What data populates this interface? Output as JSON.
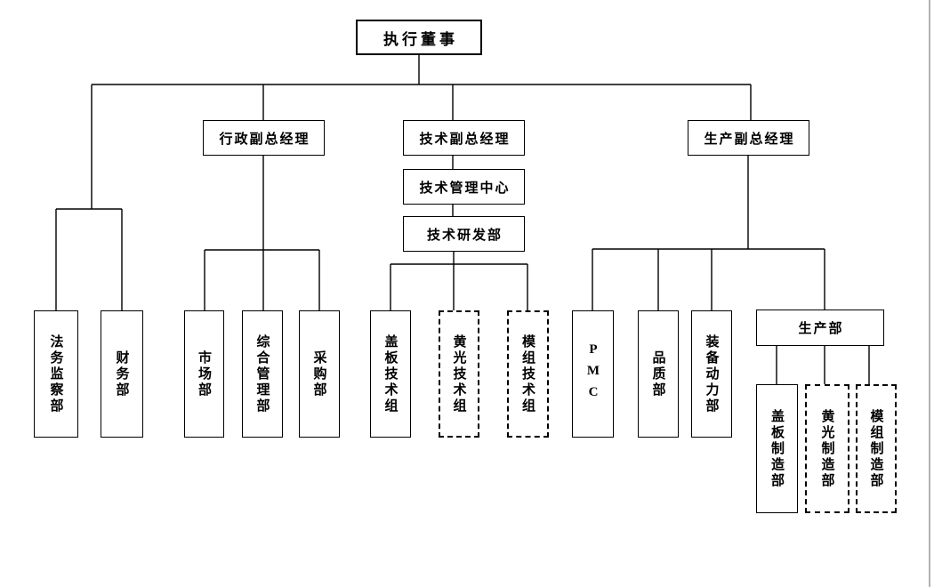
{
  "page": {
    "background_color": "#ffffff",
    "line_color": "#000000",
    "edge_line_color": "#b3b3b3"
  },
  "org_chart": {
    "nodes": {
      "exec_director": {
        "label": "执行董事",
        "shape": "horizontal",
        "border": "solid"
      },
      "admin_vp": {
        "label": "行政副总经理",
        "shape": "horizontal",
        "border": "solid"
      },
      "tech_vp": {
        "label": "技术副总经理",
        "shape": "horizontal",
        "border": "solid"
      },
      "prod_vp": {
        "label": "生产副总经理",
        "shape": "horizontal",
        "border": "solid"
      },
      "tech_mgmt_center": {
        "label": "技术管理中心",
        "shape": "horizontal",
        "border": "solid"
      },
      "tech_rd_dept": {
        "label": "技术研发部",
        "shape": "horizontal",
        "border": "solid"
      },
      "production_dept": {
        "label": "生产部",
        "shape": "horizontal",
        "border": "solid"
      },
      "legal_audit_dept": {
        "label": "法务监察部",
        "shape": "vertical",
        "border": "solid"
      },
      "finance_dept": {
        "label": "财务部",
        "shape": "vertical",
        "border": "solid"
      },
      "marketing_dept": {
        "label": "市场部",
        "shape": "vertical",
        "border": "solid"
      },
      "general_mgmt_dept": {
        "label": "综合管理部",
        "shape": "vertical",
        "border": "solid"
      },
      "purchasing_dept": {
        "label": "采购部",
        "shape": "vertical",
        "border": "solid"
      },
      "cover_glass_tech_group": {
        "label": "盖板技术组",
        "shape": "vertical",
        "border": "solid"
      },
      "yellow_light_tech_group": {
        "label": "黄光技术组",
        "shape": "vertical",
        "border": "dashed"
      },
      "module_tech_group": {
        "label": "模组技术组",
        "shape": "vertical",
        "border": "dashed"
      },
      "pmc_dept": {
        "label": "PMC",
        "shape": "vertical",
        "border": "solid"
      },
      "quality_dept": {
        "label": "品质部",
        "shape": "vertical",
        "border": "solid"
      },
      "equipment_power_dept": {
        "label": "装备动力部",
        "shape": "vertical",
        "border": "solid"
      },
      "cover_glass_mfg_dept": {
        "label": "盖板制造部",
        "shape": "vertical",
        "border": "solid"
      },
      "yellow_light_mfg_dept": {
        "label": "黄光制造部",
        "shape": "vertical",
        "border": "dashed"
      },
      "module_mfg_dept": {
        "label": "模组制造部",
        "shape": "vertical",
        "border": "dashed"
      }
    },
    "hierarchy": {
      "执行董事": {
        "直属部门": [
          "法务监察部",
          "财务部"
        ],
        "行政副总经理": [
          "市场部",
          "综合管理部",
          "采购部"
        ],
        "技术副总经理": {
          "技术管理中心": {
            "技术研发部": [
              "盖板技术组",
              "黄光技术组",
              "模组技术组"
            ]
          }
        },
        "生产副总经理": {
          "直属部门": [
            "PMC",
            "品质部",
            "装备动力部"
          ],
          "生产部": [
            "盖板制造部",
            "黄光制造部",
            "模组制造部"
          ]
        }
      }
    }
  }
}
